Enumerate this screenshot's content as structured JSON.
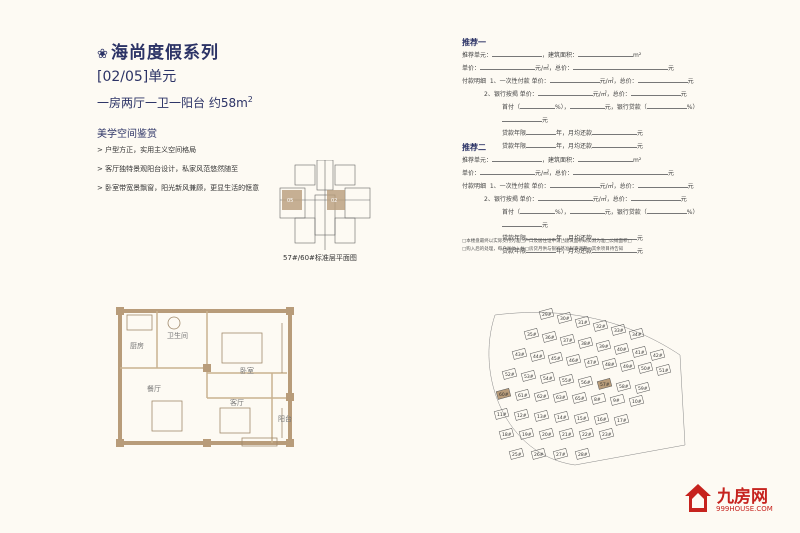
{
  "header": {
    "title": "海尚度假系列",
    "unit": "[02/05]单元",
    "layout": "一房两厅一卫一阳台 约58m",
    "layout_sup": "2"
  },
  "features": {
    "heading": "美学空间鉴赏",
    "items": [
      "户型方正，实用主义空间格局",
      "客厅独特景观阳台设计，私家风范悠然随至",
      "卧室带宽景飘窗，阳光新风兼顾，更显生活的惬意"
    ]
  },
  "mini_plan": {
    "caption": "57#/60#标准层平面图",
    "unit_labels": [
      "05",
      "02"
    ]
  },
  "floor_plan": {
    "rooms": {
      "bathroom": "卫生间",
      "kitchen": "厨房",
      "bedroom": "卧室",
      "dining": "餐厅",
      "living": "客厅",
      "balcony": "阳台"
    }
  },
  "recommendations": [
    {
      "heading": "推荐一",
      "unit_label": "推荐单元：",
      "area_label": "，建筑面积：",
      "area_unit": "m²",
      "price_label": "单价：",
      "price_unit": "元/㎡，总价：",
      "yuan": "元",
      "pay_label": "付款明细",
      "opt1": "1、一次性付款",
      "opt1_price": "单价：",
      "opt1_unit": "元/㎡，总价：",
      "opt2": "2、银行按揭",
      "opt2_price": "单价：",
      "opt2_unit": "元/㎡，总价：",
      "down_label": "首付（",
      "down_mid": "%），",
      "loan_label": "银行贷款（",
      "loan_mid": "%）",
      "years_label": "贷款年限",
      "years_mid": "年，月均还款",
      "yuan2": "元"
    },
    {
      "heading": "推荐二",
      "unit_label": "推荐单元：",
      "area_label": "，建筑面积：",
      "area_unit": "m²",
      "price_label": "单价：",
      "price_unit": "元/㎡，总价：",
      "yuan": "元",
      "pay_label": "付款明细",
      "opt1": "1、一次性付款",
      "opt1_price": "单价：",
      "opt1_unit": "元/㎡，总价：",
      "opt2": "2、银行按揭",
      "opt2_price": "单价：",
      "opt2_unit": "元/㎡，总价：",
      "down_label": "首付（",
      "down_mid": "%），",
      "loan_label": "银行贷款（",
      "loan_mid": "%）",
      "years_label": "贷款年限",
      "years_mid": "年，月均还款",
      "yuan2": "元"
    }
  ],
  "notes": [
    "□本楼盘最终以实际交付为准□户口及居住证申请□建筑面积以实测为准□公摊面积□",
    "□购入后的处理，每户具体入住□房贷月供与银行基准利率调整□其余项目待告知"
  ],
  "site_plan": {
    "labels": [
      "29#",
      "30#",
      "31#",
      "32#",
      "33#",
      "34#",
      "35#",
      "36#",
      "37#",
      "38#",
      "39#",
      "40#",
      "41#",
      "42#",
      "43#",
      "44#",
      "45#",
      "46#",
      "47#",
      "48#",
      "49#",
      "50#",
      "51#",
      "52#",
      "53#",
      "54#",
      "55#",
      "56#",
      "57#",
      "58#",
      "59#",
      "60#",
      "61#",
      "62#",
      "63#",
      "65#",
      "8#",
      "9#",
      "10#",
      "11#",
      "12#",
      "13#",
      "14#",
      "15#",
      "16#",
      "17#",
      "18#",
      "19#",
      "20#",
      "21#",
      "22#",
      "23#",
      "25#",
      "26#",
      "27#",
      "28#"
    ],
    "highlight": [
      "57#",
      "60#"
    ]
  },
  "logo": {
    "brand": "九房网",
    "url": "999HOUSE.COM"
  },
  "colors": {
    "accent": "#2c3366",
    "brand": "#c6231e",
    "highlight": "#b89c7a"
  }
}
